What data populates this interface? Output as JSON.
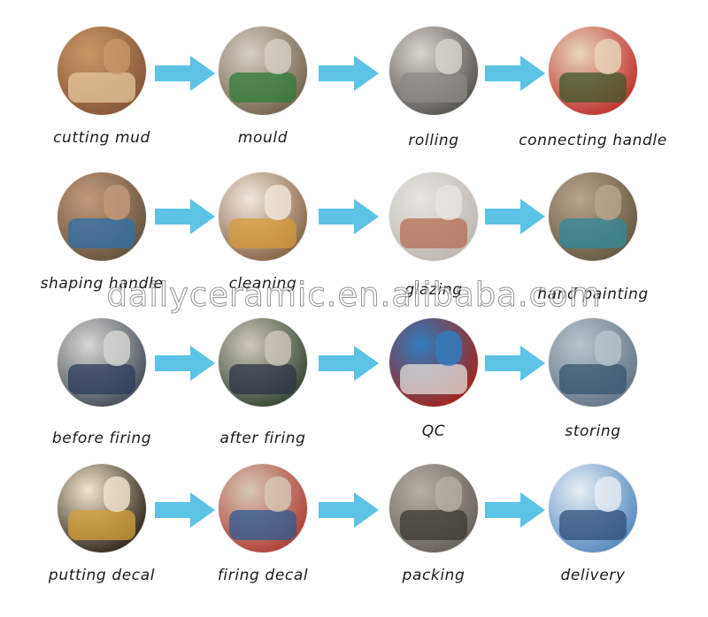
{
  "steps": [
    {
      "label": "cutting mud",
      "colors": [
        "#8a5a3a",
        "#c99866",
        "#e7c79c"
      ]
    },
    {
      "label": "mould",
      "colors": [
        "#7b6b55",
        "#d6cfc4",
        "#2f7b3a"
      ]
    },
    {
      "label": "rolling",
      "colors": [
        "#5e5a55",
        "#d9d4ce",
        "#8b8a86"
      ]
    },
    {
      "label": "connecting handle",
      "colors": [
        "#c23a34",
        "#e7d6bd",
        "#3f5a2a"
      ]
    },
    {
      "label": "shaping handle",
      "colors": [
        "#6b5843",
        "#c59a78",
        "#2e6fa8"
      ]
    },
    {
      "label": "cleaning",
      "colors": [
        "#8c6c4e",
        "#f1e7dd",
        "#d89b3a"
      ]
    },
    {
      "label": "glazing",
      "colors": [
        "#bfbab4",
        "#e8e5e1",
        "#b46f55"
      ]
    },
    {
      "label": "hand painting",
      "colors": [
        "#6b5d47",
        "#b8a58d",
        "#2f8a9a"
      ]
    },
    {
      "label": "before firing",
      "colors": [
        "#4d5560",
        "#d7d7d2",
        "#2b3b58"
      ]
    },
    {
      "label": "after firing",
      "colors": [
        "#3e4e3a",
        "#cfc7bb",
        "#2c3445"
      ]
    },
    {
      "label": "QC",
      "colors": [
        "#9c2a25",
        "#2e7dbf",
        "#e4e0db"
      ]
    },
    {
      "label": "storing",
      "colors": [
        "#6a7b8b",
        "#b9c4cc",
        "#37546e"
      ]
    },
    {
      "label": "putting decal",
      "colors": [
        "#3b3124",
        "#f0e6cf",
        "#d3a13a"
      ]
    },
    {
      "label": "firing decal",
      "colors": [
        "#b0473a",
        "#d6c8b8",
        "#2c5b94"
      ]
    },
    {
      "label": "packing",
      "colors": [
        "#6c665f",
        "#b7afa4",
        "#3c3833"
      ]
    },
    {
      "label": "delivery",
      "colors": [
        "#5d8fc2",
        "#e8eef3",
        "#2d4f7a"
      ]
    }
  ],
  "arrow_color": "#5cc3e6",
  "watermark": "dailyceramic.en.alibaba.com"
}
